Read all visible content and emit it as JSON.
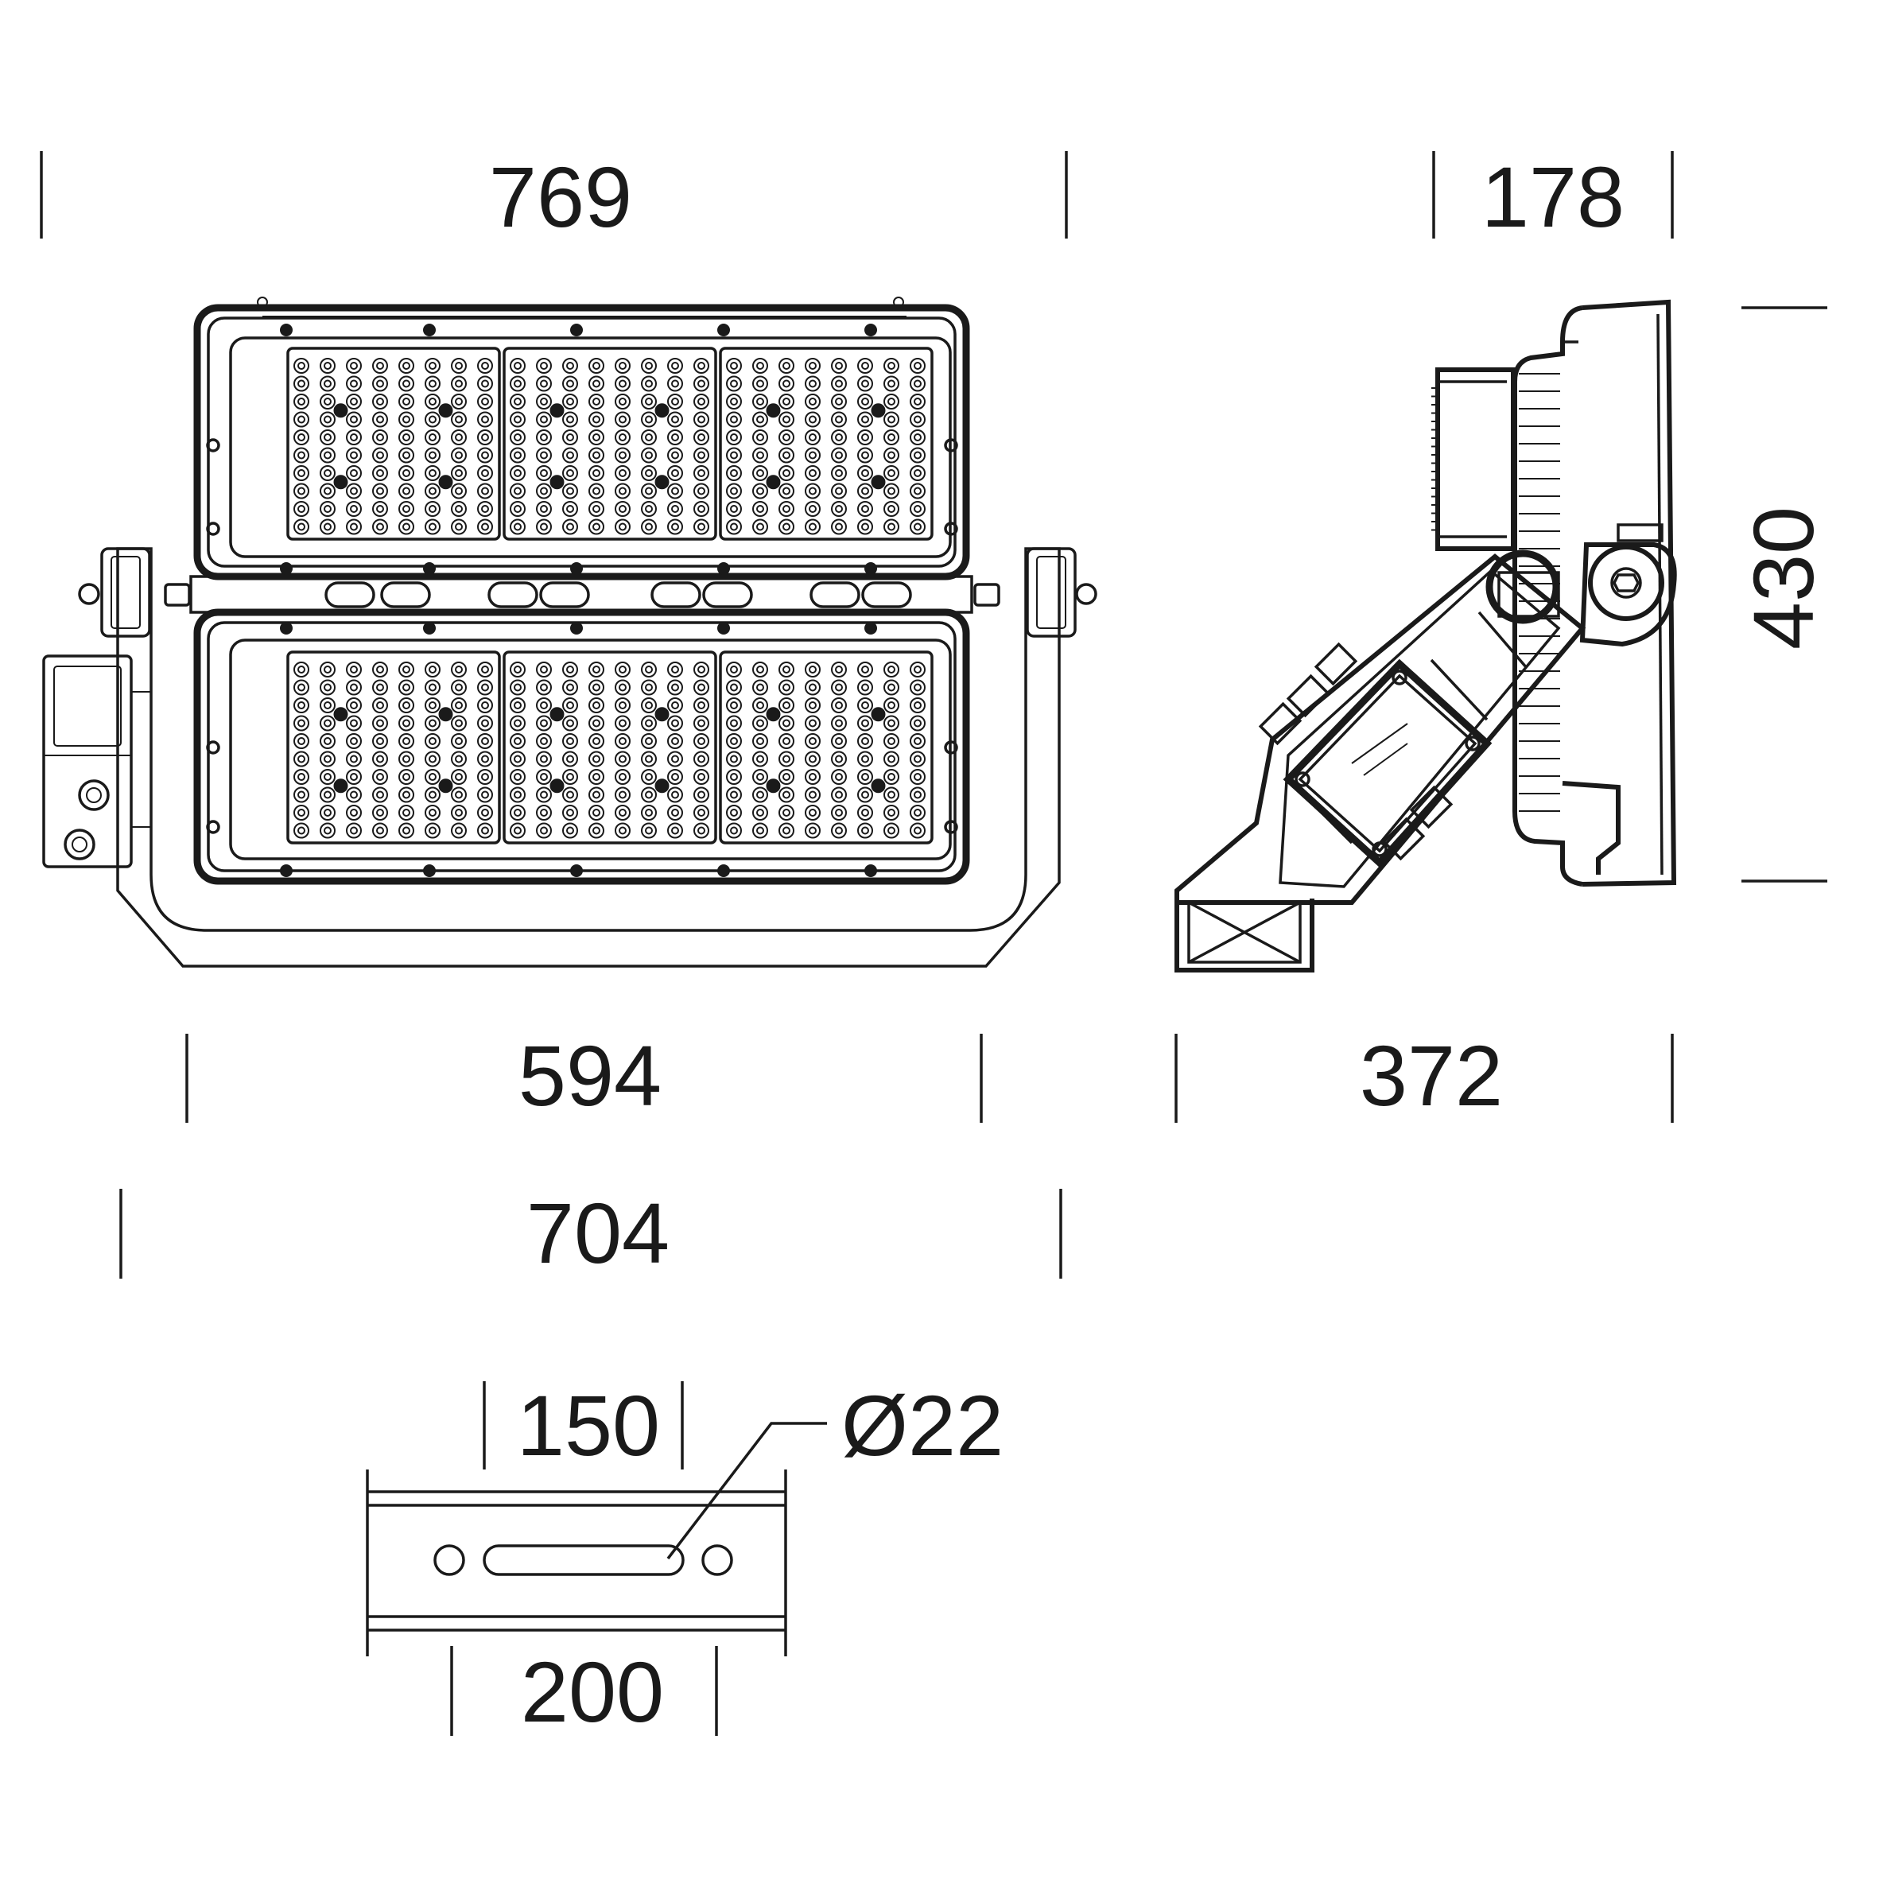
{
  "dimensions": {
    "front_width": "769",
    "side_depth": "178",
    "height": "430",
    "frame_width": "594",
    "side_width": "372",
    "bracket_width": "704",
    "slot_length": "150",
    "hole_diameter": "Ø22",
    "plate_width": "200"
  },
  "colors": {
    "line": "#1a1a1a",
    "background": "#ffffff"
  }
}
